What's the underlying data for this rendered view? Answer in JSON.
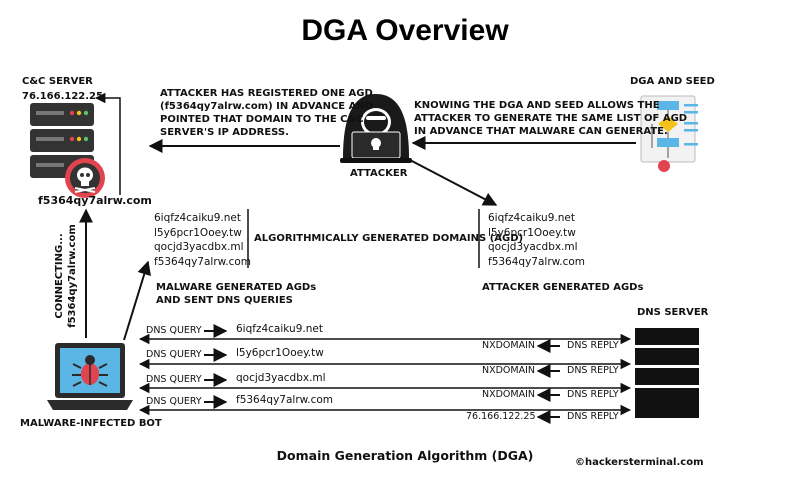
{
  "title": "DGA Overview",
  "cc_server": {
    "label": "C&C SERVER",
    "ip": "76.166.122.25",
    "domain": "f5364qy7alrw.com"
  },
  "attacker": {
    "label": "ATTACKER",
    "note_lines": [
      "ATTACKER HAS REGISTERED ONE AGD",
      "(f5364qy7alrw.com) IN ADVANCE AND",
      "POINTED THAT DOMAIN TO THE C&C",
      "SERVER'S IP ADDRESS."
    ]
  },
  "dga_seed": {
    "label": "DGA AND SEED",
    "note_lines": [
      "KNOWING THE DGA AND SEED ALLOWS THE",
      "ATTACKER TO GENERATE THE SAME LIST OF AGD",
      "IN ADVANCE THAT MALWARE CAN GENERATE."
    ]
  },
  "malware_domains": [
    "6iqfz4caiku9.net",
    "l5y6pcr1Ooey.tw",
    "qocjd3yacdbx.ml",
    "f5364qy7alrw.com"
  ],
  "attacker_domains": [
    "6iqfz4caiku9.net",
    "l5y6pcr1Ooey.tw",
    "qocjd3yacdbx.ml",
    "f5364qy7alrw.com"
  ],
  "agd_label": "ALGORITHMICALLY GENERATED DOMAINS (AGD)",
  "malware_agd_lines": [
    "MALWARE GENERATED AGDs",
    "AND SENT DNS QUERIES"
  ],
  "attacker_agd_label": "ATTACKER GENERATED AGDs",
  "connecting_lines": [
    "CONNECTING...",
    "f5364qy7alrw.com"
  ],
  "bot_label": "MALWARE-INFECTED BOT",
  "dns_server_label": "DNS SERVER",
  "dns_exchanges": [
    {
      "query_label": "DNS QUERY",
      "domain": "6iqfz4caiku9.net",
      "response": "NXDOMAIN",
      "reply_label": "DNS REPLY"
    },
    {
      "query_label": "DNS QUERY",
      "domain": "l5y6pcr1Ooey.tw",
      "response": "NXDOMAIN",
      "reply_label": "DNS REPLY"
    },
    {
      "query_label": "DNS QUERY",
      "domain": "qocjd3yacdbx.ml",
      "response": "NXDOMAIN",
      "reply_label": "DNS REPLY"
    },
    {
      "query_label": "DNS QUERY",
      "domain": "f5364qy7alrw.com",
      "response": "76.166.122.25",
      "reply_label": "DNS REPLY"
    }
  ],
  "caption": "Domain Generation Algorithm (DGA)",
  "credit": "©hackersterminal.com",
  "icons": {
    "server": "server-rack-icon",
    "skull": "skull-icon",
    "attacker": "hacker-icon",
    "flowchart": "flowchart-icon",
    "laptop": "laptop-icon",
    "bug": "bug-icon",
    "dns": "dns-server-icon"
  },
  "colors": {
    "accent_blue": "#5bb6e6",
    "server_dark": "#333333",
    "alert_red": "#e0454f",
    "flow_yellow": "#f5c21b"
  }
}
